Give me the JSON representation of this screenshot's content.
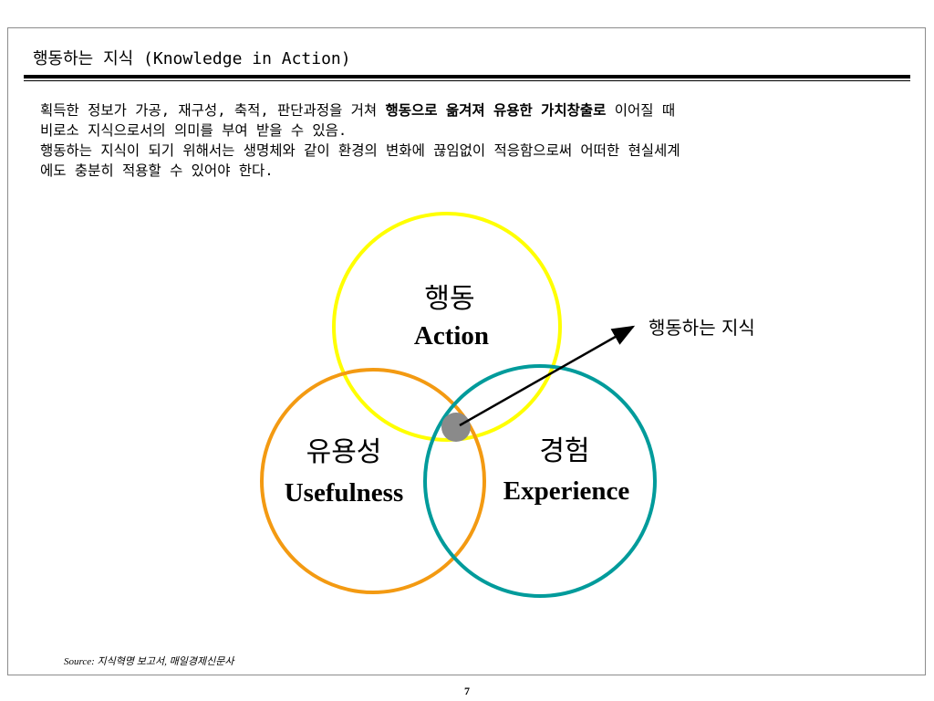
{
  "title": "행동하는 지식 (Knowledge in Action)",
  "body": {
    "line1_pre": "획득한 정보가 가공, 재구성, 축적, 판단과정을 거쳐 ",
    "line1_bold": "행동으로 옮겨져 유용한 가치창출로",
    "line1_post": " 이어질 때",
    "line2": "비로소 지식으로서의 의미를 부여 받을 수 있음.",
    "line3": "행동하는 지식이 되기 위해서는 생명체와 같이 환경의 변화에 끊임없이 적응함으로써 어떠한 현실세계",
    "line4": "에도 충분히 적용할 수 있어야 한다."
  },
  "diagram": {
    "circles": [
      {
        "korean": "행동",
        "english": "Action",
        "color": "#ffff00"
      },
      {
        "korean": "유용성",
        "english": "Usefulness",
        "color": "#f39a12"
      },
      {
        "korean": "경험",
        "english": "Experience",
        "color": "#009b9b"
      }
    ],
    "intersection_color": "#8a8a8a",
    "arrow_label": "행동하는 지식"
  },
  "source": "Source: 지식혁명 보고서, 매일경제신문사",
  "page_number": "7"
}
